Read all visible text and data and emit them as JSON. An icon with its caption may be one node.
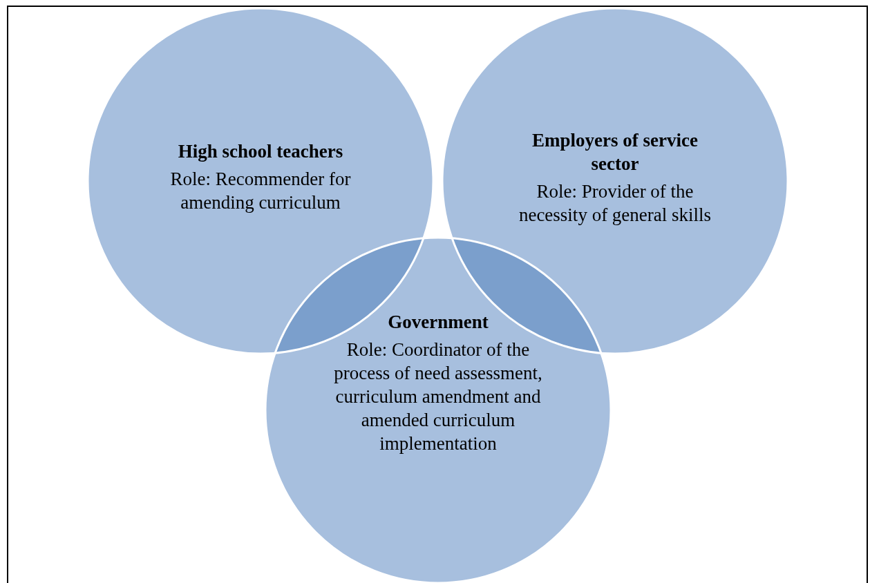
{
  "diagram": {
    "nodes": [
      {
        "text": [
          "High school teachers",
          "Role: Recommender for amending curriculum"
        ]
      },
      {
        "text": [
          "Employers of service sector",
          "Role: Provider of the necessity of general skills"
        ]
      },
      {
        "text": [
          "Government",
          "Role: Coordinator of the process of need assessment, curriculum amendment and amended curriculum implementation"
        ]
      }
    ]
  }
}
